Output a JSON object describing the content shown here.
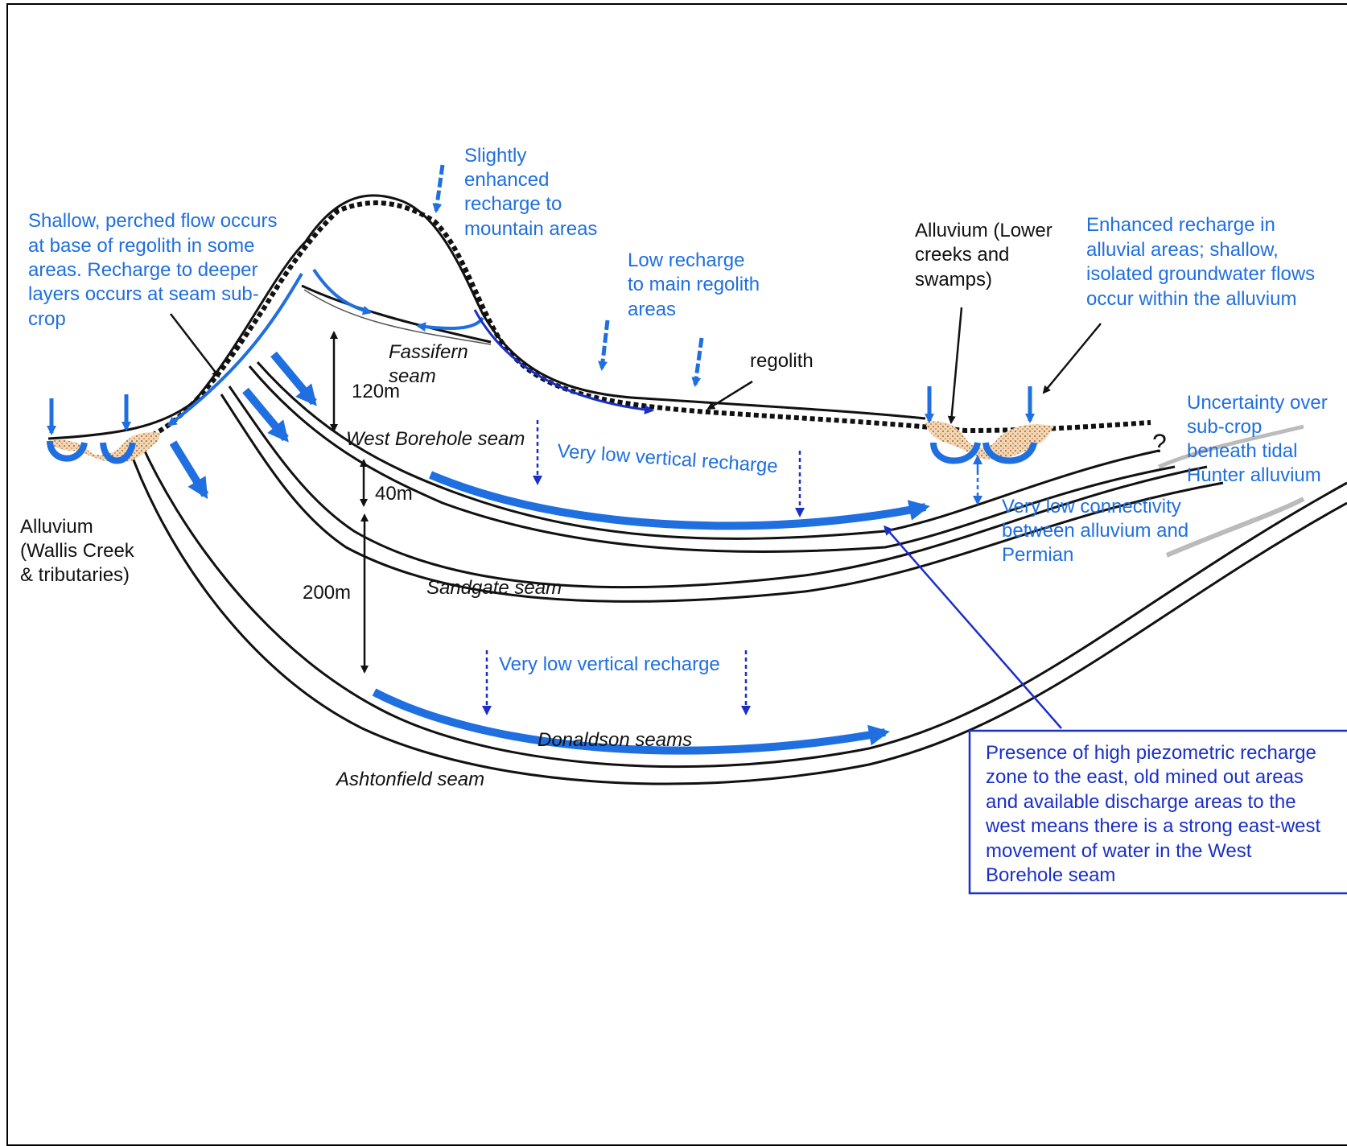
{
  "labels": {
    "perched_flow": [
      "Shallow, perched flow occurs",
      "at base of regolith in some",
      "areas. Recharge to deeper",
      "layers occurs at seam sub-",
      "crop"
    ],
    "mountain_recharge": [
      "Slightly",
      "enhanced",
      "recharge to",
      "mountain areas"
    ],
    "low_recharge": [
      "Low recharge",
      "to main regolith",
      "areas"
    ],
    "alluvium_lower": [
      "Alluvium (Lower",
      "creeks and",
      "swamps)"
    ],
    "enhanced_recharge": [
      "Enhanced recharge in",
      "alluvial areas; shallow,",
      "isolated groundwater flows",
      "occur within  the alluvium"
    ],
    "uncertainty": [
      "Uncertainty over",
      "sub-crop",
      "beneath tidal",
      "Hunter alluvium"
    ],
    "connectivity": [
      "Very low connectivity",
      "between alluvium and",
      "Permian"
    ],
    "alluvium_wallis": [
      "Alluvium",
      "(Wallis Creek",
      "& tributaries)"
    ],
    "piezometric": [
      "Presence of high piezometric recharge",
      "zone to the east, old mined out areas",
      "and available discharge areas to the",
      "west means there is a strong east-west",
      "movement of water in the West",
      "Borehole seam"
    ],
    "regolith": "regolith",
    "fassifern": [
      "Fassifern",
      "seam"
    ],
    "west_borehole": "West Borehole seam",
    "sandgate": "Sandgate seam",
    "donaldson": "Donaldson seams",
    "ashtonfield": "Ashtonfield seam",
    "vertical_recharge_1": "Very low vertical recharge",
    "vertical_recharge_2": "Very low vertical recharge",
    "dim_120": "120m",
    "dim_40": "40m",
    "dim_200": "200m",
    "question": "?"
  },
  "colors": {
    "annotation_blue": "#1f6fe0",
    "box_navy": "#1a2fc8",
    "alluvium_fill": "#e8b98a",
    "line": "#111111"
  }
}
